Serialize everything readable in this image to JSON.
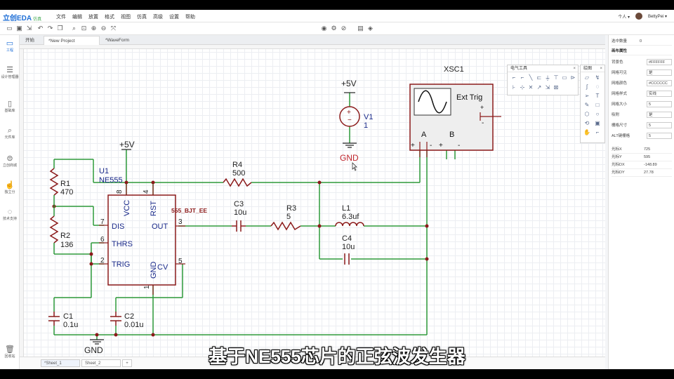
{
  "app": {
    "logo": "立创EDA",
    "edition": "仿真"
  },
  "menu": [
    "文件",
    "编辑",
    "放置",
    "格式",
    "视图",
    "仿真",
    "高级",
    "设置",
    "帮助"
  ],
  "user": {
    "personal": "个人 ▾",
    "name": "BettyPei ▾"
  },
  "toolbar_icons": [
    "new-file-icon",
    "save-icon",
    "export-icon",
    "undo-icon",
    "redo-icon",
    "copy-icon",
    "search-icon",
    "zoom-fit-icon",
    "zoom-in-icon",
    "zoom-out-icon",
    "fit-all-icon",
    "run-icon",
    "settings-icon",
    "probe-icon",
    "image-icon",
    "layers-icon"
  ],
  "leftbar": [
    {
      "label": "工程",
      "icon": "folder-icon"
    },
    {
      "label": "设计管理器",
      "icon": "list-icon"
    },
    {
      "label": "基础库",
      "icon": "component-icon"
    },
    {
      "label": "元件库",
      "icon": "search-icon"
    },
    {
      "label": "立创商城",
      "icon": "store-icon"
    },
    {
      "label": "独立分",
      "icon": "hand-icon"
    },
    {
      "label": "技术支持",
      "icon": "support-icon"
    },
    {
      "label": "回收站",
      "icon": "trash-icon"
    }
  ],
  "tabs": [
    {
      "label": "开始"
    },
    {
      "label": "*New Project"
    },
    {
      "label": "*WaveForm"
    }
  ],
  "sheets": [
    "*Sheet_1",
    "Sheet_2",
    "+"
  ],
  "right_panel": {
    "header": "选中数量",
    "count": "0",
    "section": "画布属性",
    "props": [
      {
        "k": "背景色",
        "v": "#FFFFFF"
      },
      {
        "k": "网格可见",
        "v": "是"
      },
      {
        "k": "网格颜色",
        "v": "#CCCCCC"
      },
      {
        "k": "网格样式",
        "v": "实线"
      },
      {
        "k": "网格大小",
        "v": "5"
      },
      {
        "k": "吸附",
        "v": "是"
      },
      {
        "k": "栅格尺寸",
        "v": "5"
      },
      {
        "k": "ALT键栅格",
        "v": "5"
      }
    ],
    "cursor": [
      {
        "k": "光标X",
        "v": "725"
      },
      {
        "k": "光标Y",
        "v": "595"
      },
      {
        "k": "光标DX",
        "v": "-148.89"
      },
      {
        "k": "光标DY",
        "v": "27.78"
      }
    ]
  },
  "palette_electrical": {
    "title": "电气工具"
  },
  "palette_drawing": {
    "title": "绘图"
  },
  "schematic": {
    "supply_top": "+5V",
    "supply_u1": "+5V",
    "gnd_top": "GND",
    "gnd_bottom": "GND",
    "v1": {
      "name": "V1",
      "value": "1"
    },
    "u1": {
      "name": "U1",
      "part": "NE555",
      "model": "555_BJT_EE",
      "pins": {
        "vcc": "VCC",
        "rst": "RST",
        "dis": "DIS",
        "thrs": "THRS",
        "trig": "TRIG",
        "out": "OUT",
        "gnd": "GND",
        "cv": "CV"
      },
      "pin_numbers": {
        "p8": "8",
        "p4": "4",
        "p7": "7",
        "p6": "6",
        "p2": "2",
        "p3": "3",
        "p1": "1",
        "p5": "5"
      }
    },
    "r1": {
      "name": "R1",
      "value": "470"
    },
    "r2": {
      "name": "R2",
      "value": "136"
    },
    "r3": {
      "name": "R3",
      "value": "5"
    },
    "r4": {
      "name": "R4",
      "value": "500"
    },
    "c1": {
      "name": "C1",
      "value": "0.1u"
    },
    "c2": {
      "name": "C2",
      "value": "0.01u"
    },
    "c3": {
      "name": "C3",
      "value": "10u"
    },
    "c4": {
      "name": "C4",
      "value": "10u"
    },
    "l1": {
      "name": "L1",
      "value": "6.3uf"
    },
    "xsc": {
      "name": "XSC1",
      "trigger": "Ext Trig",
      "ch_a": "A",
      "ch_b": "B",
      "plus": "+",
      "minus": "-"
    }
  },
  "subtitle": "基于NE555芯片的正弦波发生器",
  "colors": {
    "wire": "#2e9a3a",
    "component": "#8b1a1a",
    "pin_text": "#1a2a8a",
    "accent": "#1f6fd6"
  }
}
